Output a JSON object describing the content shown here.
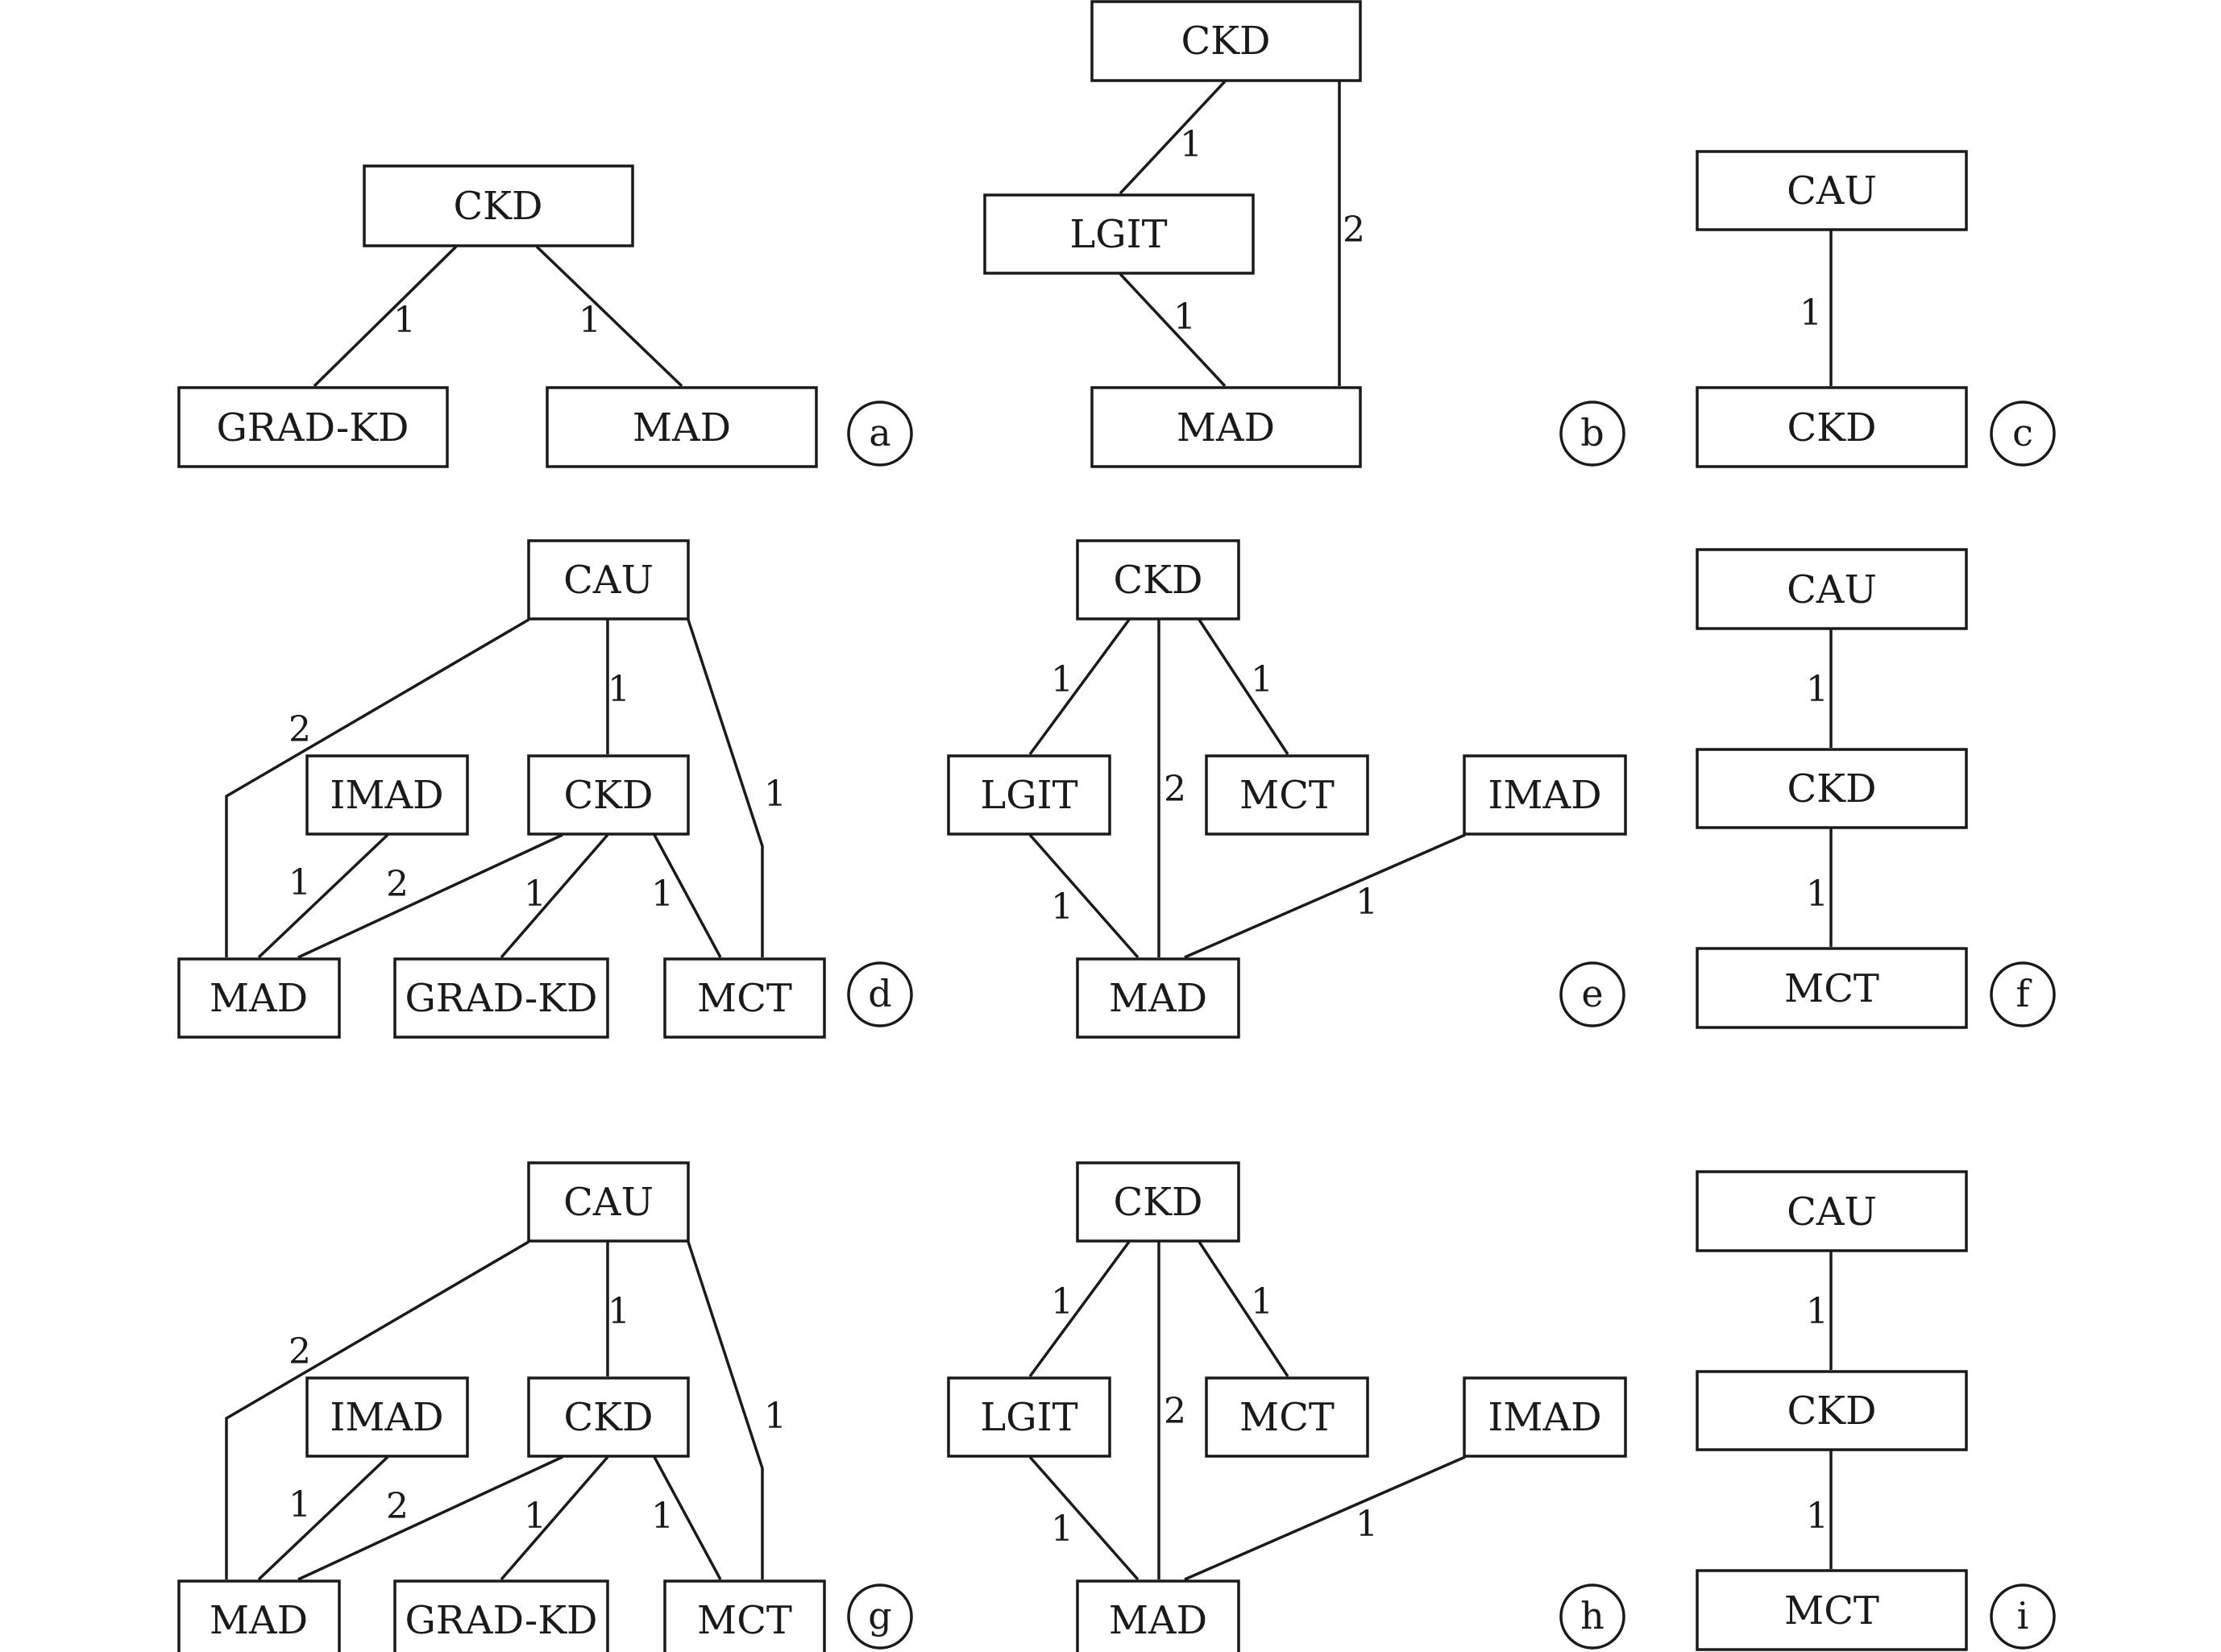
{
  "panels": [
    {
      "id": "a",
      "label": "a",
      "nodes": [
        {
          "id": "CKD",
          "label": "CKD"
        },
        {
          "id": "GRAD-KD",
          "label": "GRAD-KD"
        },
        {
          "id": "MAD",
          "label": "MAD"
        }
      ],
      "edges": [
        {
          "from": "CKD",
          "to": "GRAD-KD",
          "weight": "1"
        },
        {
          "from": "CKD",
          "to": "MAD",
          "weight": "1"
        }
      ]
    },
    {
      "id": "b",
      "label": "b",
      "nodes": [
        {
          "id": "CKD",
          "label": "CKD"
        },
        {
          "id": "LGIT",
          "label": "LGIT"
        },
        {
          "id": "MAD",
          "label": "MAD"
        }
      ],
      "edges": [
        {
          "from": "CKD",
          "to": "LGIT",
          "weight": "1"
        },
        {
          "from": "LGIT",
          "to": "MAD",
          "weight": "1"
        },
        {
          "from": "CKD",
          "to": "MAD",
          "weight": "2"
        }
      ]
    },
    {
      "id": "c",
      "label": "c",
      "nodes": [
        {
          "id": "CAU",
          "label": "CAU"
        },
        {
          "id": "CKD",
          "label": "CKD"
        }
      ],
      "edges": [
        {
          "from": "CAU",
          "to": "CKD",
          "weight": "1"
        }
      ]
    },
    {
      "id": "d",
      "label": "d",
      "nodes": [
        {
          "id": "CAU",
          "label": "CAU"
        },
        {
          "id": "IMAD",
          "label": "IMAD"
        },
        {
          "id": "CKD",
          "label": "CKD"
        },
        {
          "id": "MAD",
          "label": "MAD"
        },
        {
          "id": "GRAD-KD",
          "label": "GRAD-KD"
        },
        {
          "id": "MCT",
          "label": "MCT"
        }
      ],
      "edges": [
        {
          "from": "CAU",
          "to": "MAD",
          "weight": "2"
        },
        {
          "from": "CAU",
          "to": "CKD",
          "weight": "1"
        },
        {
          "from": "CAU",
          "to": "MCT",
          "weight": "1"
        },
        {
          "from": "IMAD",
          "to": "MAD",
          "weight": "1"
        },
        {
          "from": "CKD",
          "to": "MAD",
          "weight": "2"
        },
        {
          "from": "CKD",
          "to": "GRAD-KD",
          "weight": "1"
        },
        {
          "from": "CKD",
          "to": "MCT",
          "weight": "1"
        }
      ]
    },
    {
      "id": "e",
      "label": "e",
      "nodes": [
        {
          "id": "CKD",
          "label": "CKD"
        },
        {
          "id": "LGIT",
          "label": "LGIT"
        },
        {
          "id": "MCT",
          "label": "MCT"
        },
        {
          "id": "IMAD",
          "label": "IMAD"
        },
        {
          "id": "MAD",
          "label": "MAD"
        }
      ],
      "edges": [
        {
          "from": "CKD",
          "to": "LGIT",
          "weight": "1"
        },
        {
          "from": "CKD",
          "to": "MAD",
          "weight": "2"
        },
        {
          "from": "CKD",
          "to": "MCT",
          "weight": "1"
        },
        {
          "from": "LGIT",
          "to": "MAD",
          "weight": "1"
        },
        {
          "from": "IMAD",
          "to": "MAD",
          "weight": "1"
        }
      ]
    },
    {
      "id": "f",
      "label": "f",
      "nodes": [
        {
          "id": "CAU",
          "label": "CAU"
        },
        {
          "id": "CKD",
          "label": "CKD"
        },
        {
          "id": "MCT",
          "label": "MCT"
        }
      ],
      "edges": [
        {
          "from": "CAU",
          "to": "CKD",
          "weight": "1"
        },
        {
          "from": "CKD",
          "to": "MCT",
          "weight": "1"
        }
      ]
    },
    {
      "id": "g",
      "label": "g",
      "nodes": [
        {
          "id": "CAU",
          "label": "CAU"
        },
        {
          "id": "IMAD",
          "label": "IMAD"
        },
        {
          "id": "CKD",
          "label": "CKD"
        },
        {
          "id": "MAD",
          "label": "MAD"
        },
        {
          "id": "GRAD-KD",
          "label": "GRAD-KD"
        },
        {
          "id": "MCT",
          "label": "MCT"
        }
      ],
      "edges": [
        {
          "from": "CAU",
          "to": "MAD",
          "weight": "2"
        },
        {
          "from": "CAU",
          "to": "CKD",
          "weight": "1"
        },
        {
          "from": "CAU",
          "to": "MCT",
          "weight": "1"
        },
        {
          "from": "IMAD",
          "to": "MAD",
          "weight": "1"
        },
        {
          "from": "CKD",
          "to": "MAD",
          "weight": "2"
        },
        {
          "from": "CKD",
          "to": "GRAD-KD",
          "weight": "1"
        },
        {
          "from": "CKD",
          "to": "MCT",
          "weight": "1"
        }
      ]
    },
    {
      "id": "h",
      "label": "h",
      "nodes": [
        {
          "id": "CKD",
          "label": "CKD"
        },
        {
          "id": "LGIT",
          "label": "LGIT"
        },
        {
          "id": "MCT",
          "label": "MCT"
        },
        {
          "id": "IMAD",
          "label": "IMAD"
        },
        {
          "id": "MAD",
          "label": "MAD"
        }
      ],
      "edges": [
        {
          "from": "CKD",
          "to": "LGIT",
          "weight": "1"
        },
        {
          "from": "CKD",
          "to": "MAD",
          "weight": "2"
        },
        {
          "from": "CKD",
          "to": "MCT",
          "weight": "1"
        },
        {
          "from": "LGIT",
          "to": "MAD",
          "weight": "1"
        },
        {
          "from": "IMAD",
          "to": "MAD",
          "weight": "1"
        }
      ]
    },
    {
      "id": "i",
      "label": "i",
      "nodes": [
        {
          "id": "CAU",
          "label": "CAU"
        },
        {
          "id": "CKD",
          "label": "CKD"
        },
        {
          "id": "MCT",
          "label": "MCT"
        }
      ],
      "edges": [
        {
          "from": "CAU",
          "to": "CKD",
          "weight": "1"
        },
        {
          "from": "CKD",
          "to": "MCT",
          "weight": "1"
        }
      ]
    }
  ]
}
